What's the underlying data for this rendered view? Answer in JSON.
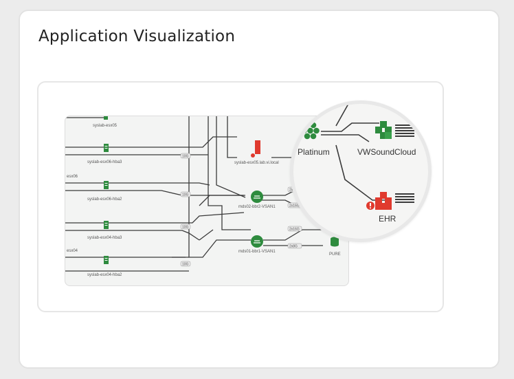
{
  "page": {
    "title": "Application Visualization"
  },
  "diagram": {
    "nodes": [
      {
        "label": "syslab-esx05"
      },
      {
        "label": "syslab-esx06-hba3"
      },
      {
        "label": "esx06"
      },
      {
        "label": "syslab-esx06-hba2"
      },
      {
        "label": "syslab-esx04-hba3"
      },
      {
        "label": "esx04"
      },
      {
        "label": "syslab-esx04-hba2"
      },
      {
        "label": "syslab-esx05.lab.vi.local"
      },
      {
        "label": "mds02-bbr2-VSAN1"
      },
      {
        "label": "mds01-bbr1-VSAN1"
      },
      {
        "label": "PURE"
      }
    ],
    "link_labels": [
      "10G",
      "10G",
      "10G",
      "10G",
      "2x16G",
      "2x16G",
      "2x16G",
      "2x8G"
    ],
    "colors": {
      "accent_green": "#2e8b3e",
      "alert_red": "#e03a2e",
      "line": "#3a3a3a"
    }
  },
  "lens": {
    "nodes": [
      {
        "label": "Platinum",
        "icon": "cluster-icon"
      },
      {
        "label": "VWSoundCloud",
        "icon": "cubes-icon"
      },
      {
        "label": "EHR",
        "icon": "cubes-alert-icon"
      }
    ]
  }
}
